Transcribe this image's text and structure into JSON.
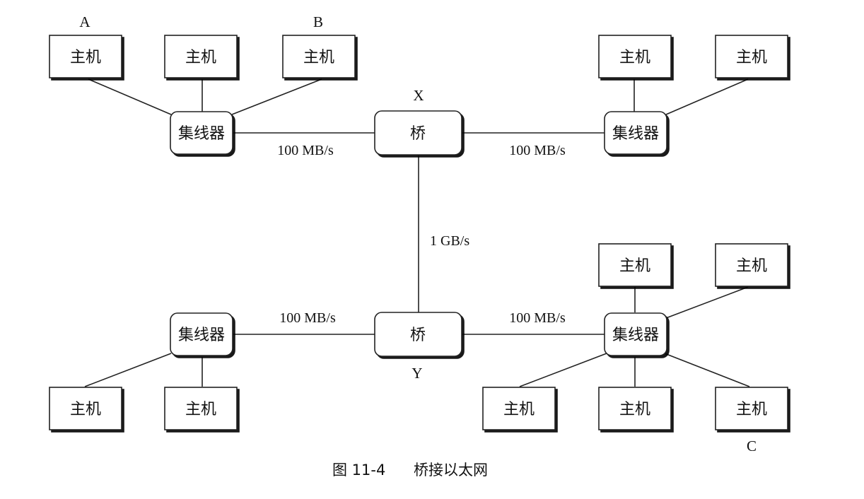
{
  "host_label": "主机",
  "hub_label": "集线器",
  "bridge_label": "桥",
  "markers": {
    "a": "A",
    "b": "B",
    "c": "C",
    "x": "X",
    "y": "Y"
  },
  "links": {
    "top_left": "100 MB/s",
    "top_right": "100 MB/s",
    "backbone": "1 GB/s",
    "bottom_left": "100 MB/s",
    "bottom_right": "100 MB/s"
  },
  "caption": {
    "number": "图 11-4",
    "title": "桥接以太网"
  }
}
